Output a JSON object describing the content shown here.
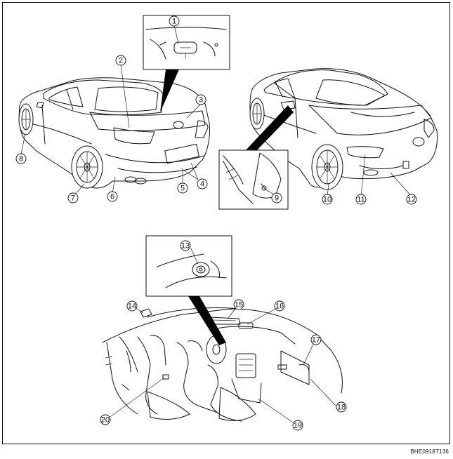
{
  "figure_code": "BHE0918T136",
  "callouts": [
    {
      "n": "1"
    },
    {
      "n": "2"
    },
    {
      "n": "3"
    },
    {
      "n": "4"
    },
    {
      "n": "5"
    },
    {
      "n": "6"
    },
    {
      "n": "7"
    },
    {
      "n": "8"
    },
    {
      "n": "9"
    },
    {
      "n": "10"
    },
    {
      "n": "11"
    },
    {
      "n": "12"
    },
    {
      "n": "13"
    },
    {
      "n": "14"
    },
    {
      "n": "15"
    },
    {
      "n": "16"
    },
    {
      "n": "17"
    },
    {
      "n": "18"
    },
    {
      "n": "19"
    },
    {
      "n": "20"
    }
  ]
}
